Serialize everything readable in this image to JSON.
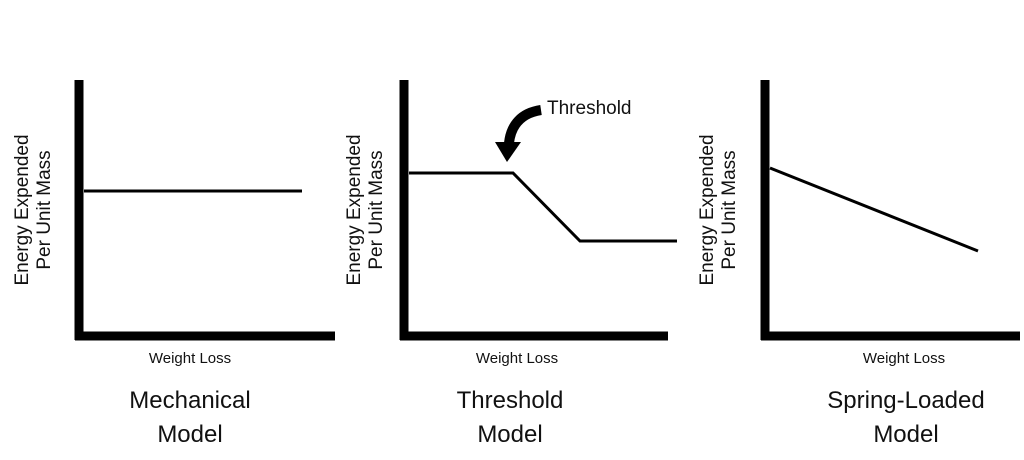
{
  "panels": [
    {
      "ylabel_line1": "Energy Expended",
      "ylabel_line2": "Per Unit Mass",
      "xlabel": "Weight Loss",
      "title": "Mechanical\nModel"
    },
    {
      "ylabel_line1": "Energy Expended",
      "ylabel_line2": "Per Unit Mass",
      "xlabel": "Weight Loss",
      "title": "Threshold\nModel",
      "annotation": "Threshold"
    },
    {
      "ylabel_line1": "Energy Expended",
      "ylabel_line2": "Per Unit Mass",
      "xlabel": "Weight Loss",
      "title": "Spring-Loaded\nModel"
    }
  ],
  "colors": {
    "line": "#000000",
    "background": "#ffffff"
  }
}
